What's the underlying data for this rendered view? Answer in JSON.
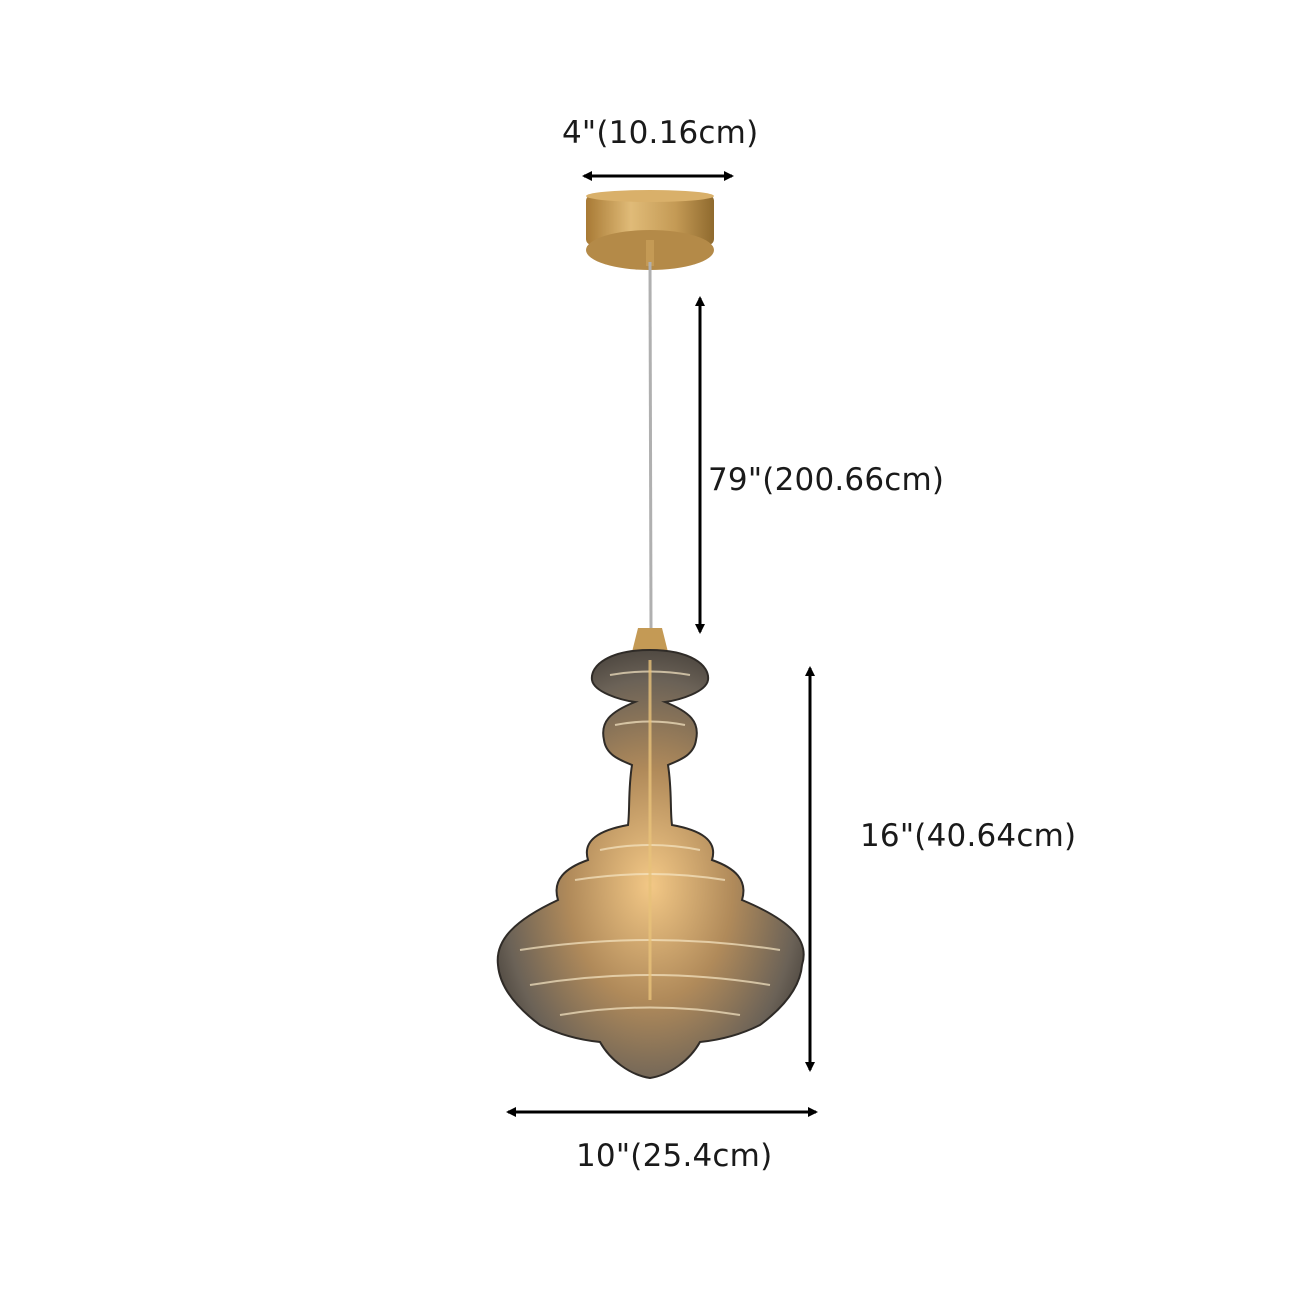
{
  "diagram": {
    "subject": "Pendant light with brass canopy and ribbed smoky glass shade",
    "colors": {
      "arrow": "#000000",
      "brass": "#c49a55",
      "glass": "#6b6257",
      "glow": "#f3c886",
      "cord": "#b0b0b0"
    },
    "dimensions": {
      "canopy_width": "4\"(10.16cm)",
      "cord_length": "79\"(200.66cm)",
      "shade_height": "16\"(40.64cm)",
      "shade_width": "10\"(25.4cm)"
    }
  }
}
